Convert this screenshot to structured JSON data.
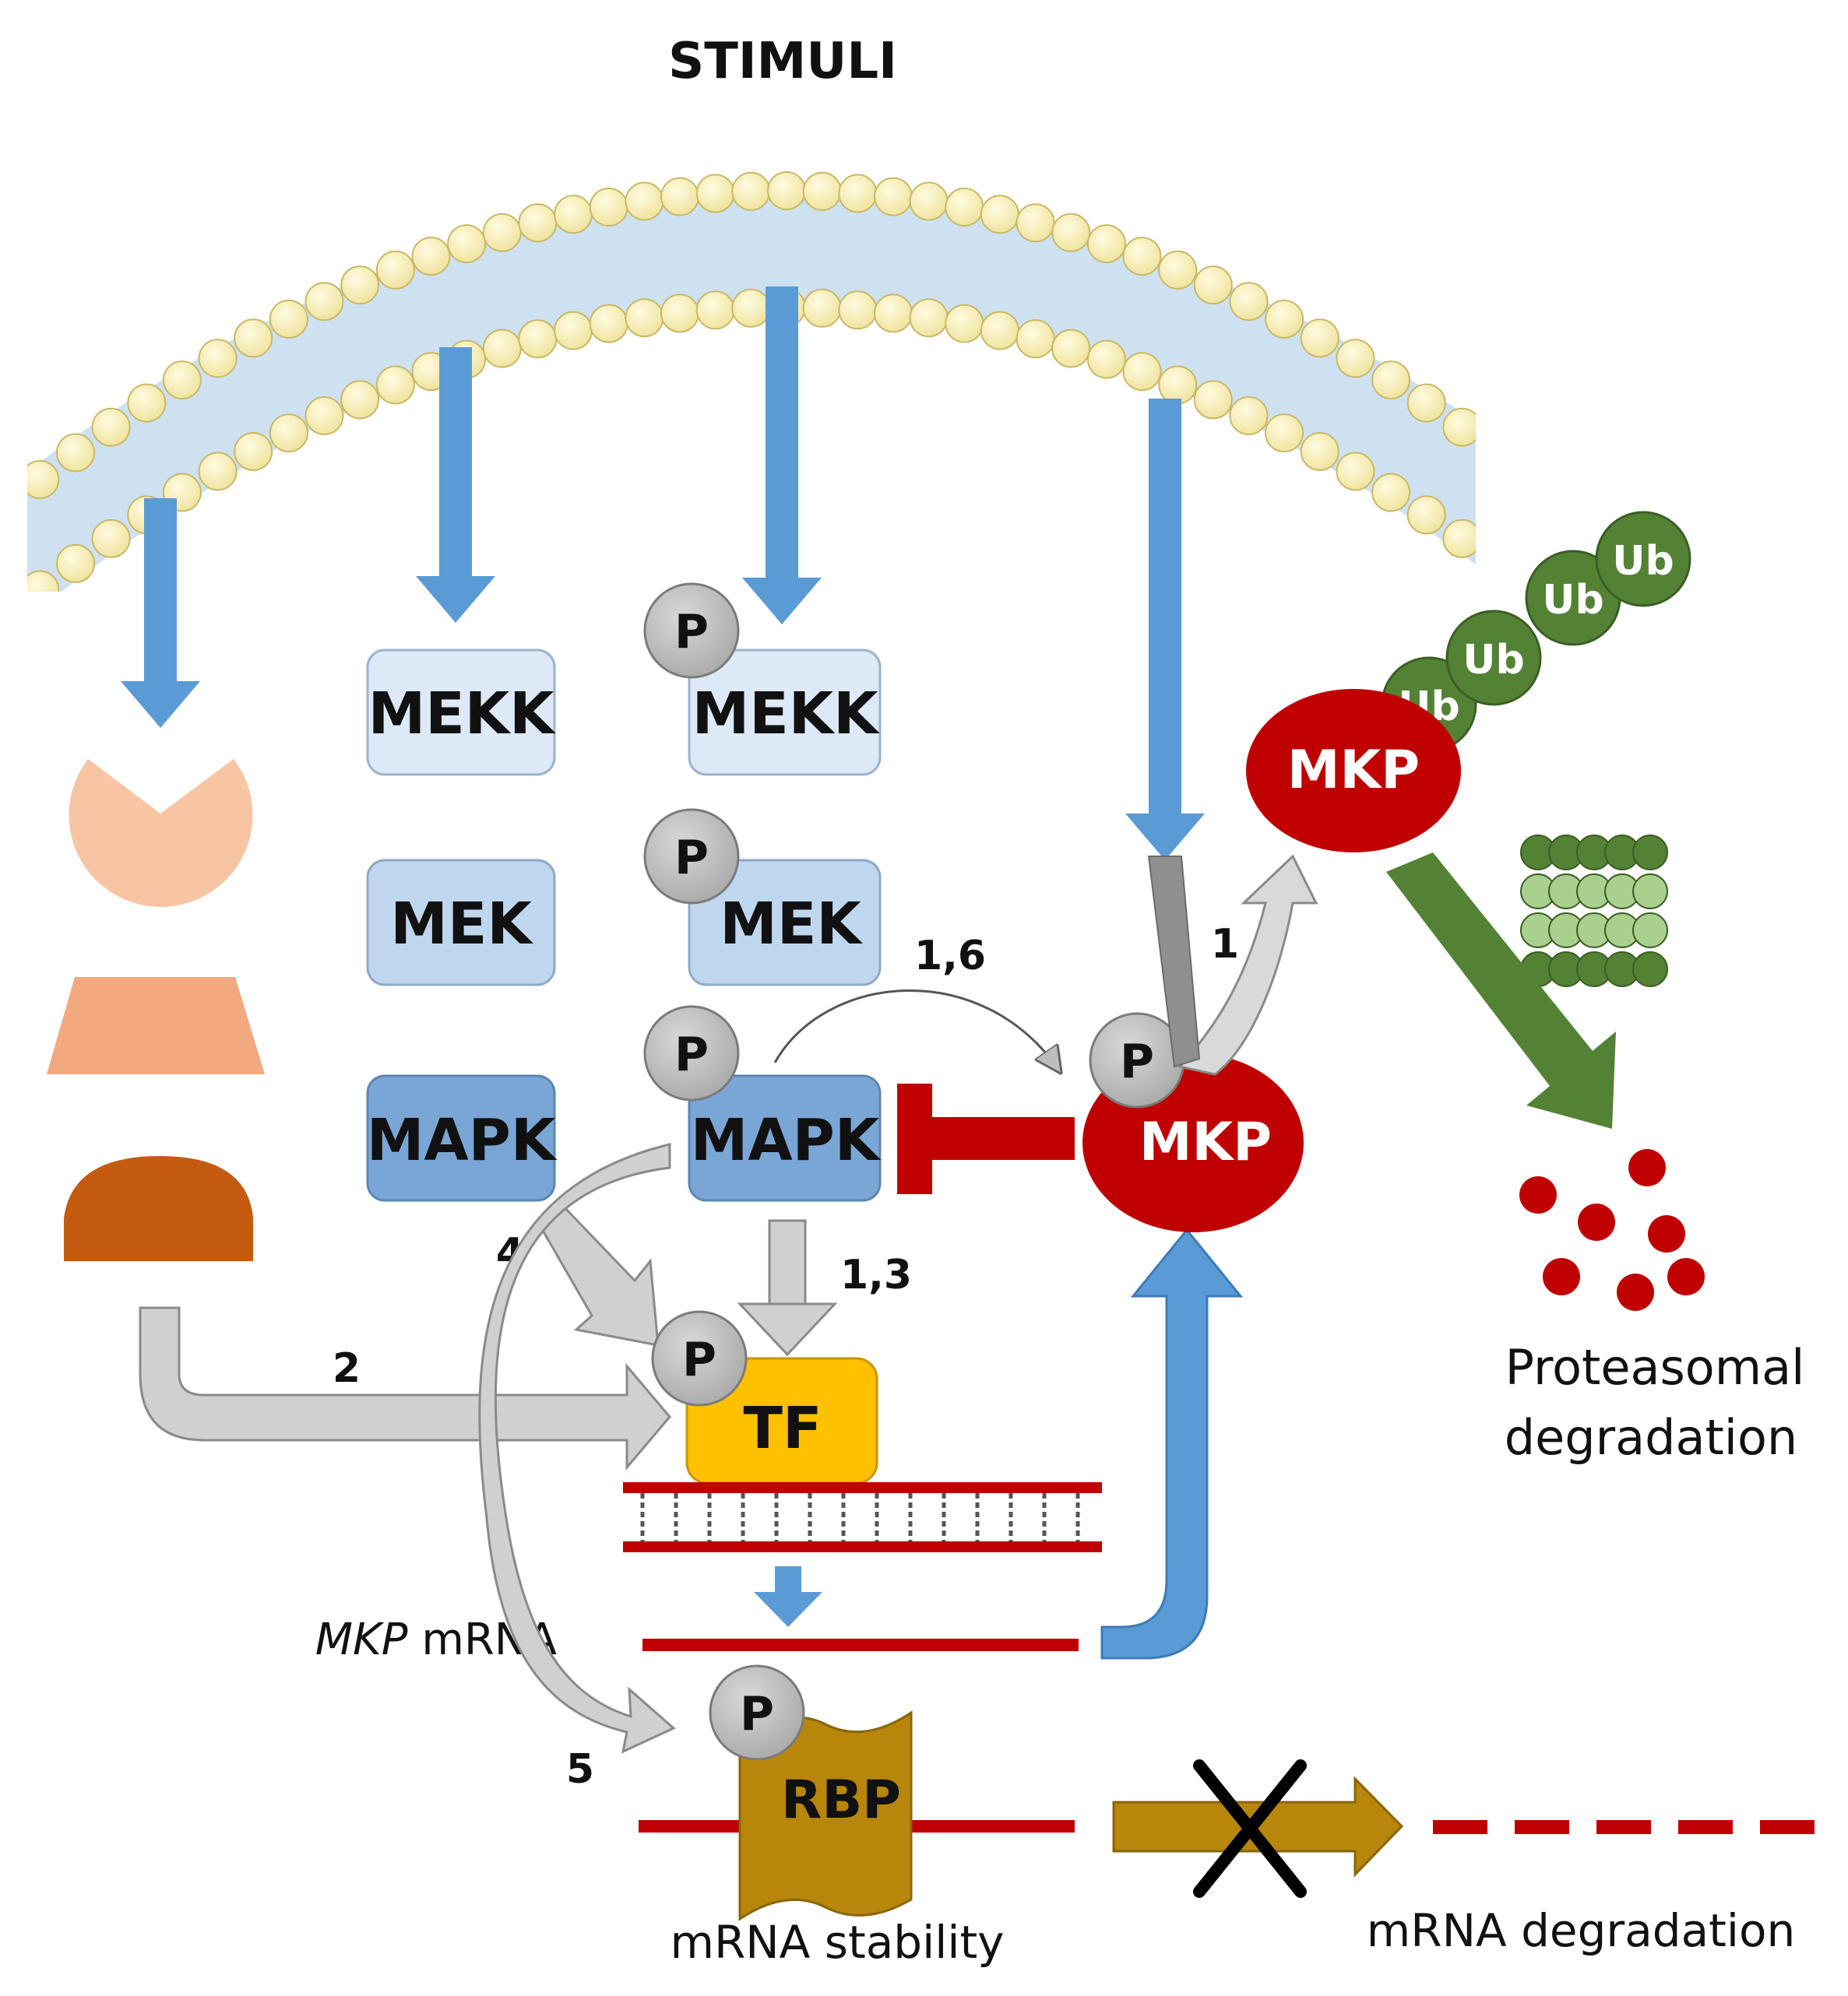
{
  "title": "STIMULI",
  "kinase_labels": {
    "mekk": "MEKK",
    "mek": "MEK",
    "mapk": "MAPK"
  },
  "phospho_label": "P",
  "mkp_label": "MKP",
  "ub_label": "Ub",
  "tf_label": "TF",
  "rbp_label": "RBP",
  "mrna_label_italic": "MKP",
  "mrna_label_rest": " mRNA",
  "step_labels": {
    "s16": "1,6",
    "s1": "1",
    "s13": "1,3",
    "s2": "2",
    "s4": "4",
    "s5": "5"
  },
  "proteasomal_line1": "Proteasomal",
  "proteasomal_line2": "degradation",
  "mrna_stability": "mRNA stability",
  "mrna_degradation": "mRNA degradation",
  "colors": {
    "arrow_blue": "#5b9bd5",
    "mkp_red": "#c00000",
    "ub_green": "#548235",
    "tf_yellow": "#ffc000",
    "rbp_gold": "#b8860b",
    "membrane_head": "#fff2a8",
    "grey_arrow": "#d0d0d0"
  }
}
